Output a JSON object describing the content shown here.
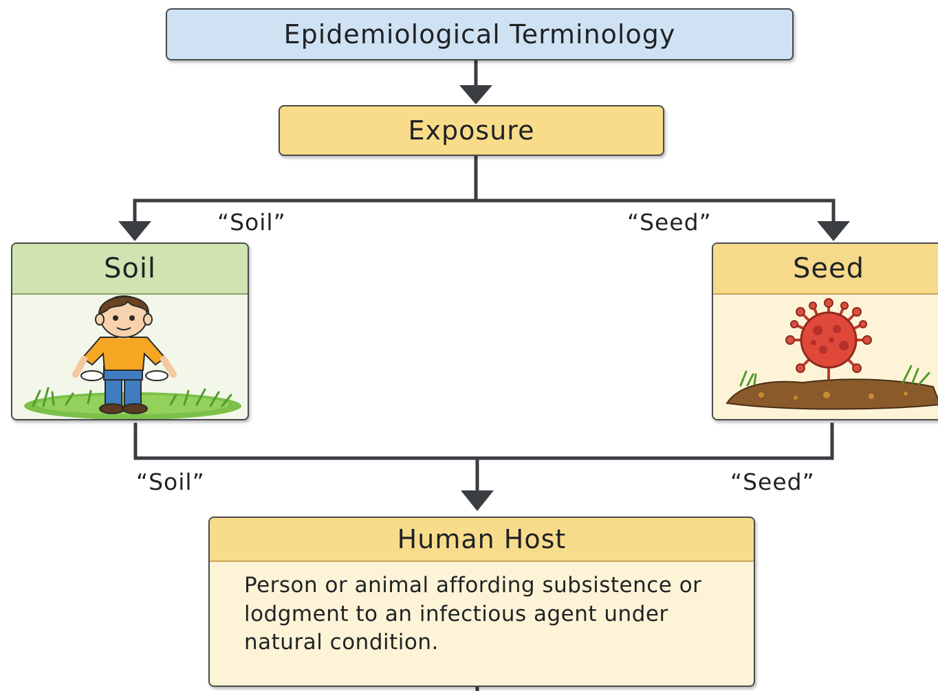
{
  "diagram": {
    "title": "Epidemiological Terminology",
    "exposure": "Exposure",
    "soil": {
      "title": "Soil",
      "upper_edge_label": "“Soil”",
      "lower_edge_label": "“Soil”"
    },
    "seed": {
      "title": "Seed",
      "upper_edge_label": "“Seed”",
      "lower_edge_label": "“Seed”"
    },
    "host": {
      "title": "Human Host",
      "description": "Person or animal affording subsistence or lodgment to an infectious agent under natural condition."
    }
  },
  "colors": {
    "title_fill": "#cfe2f3",
    "exposure_fill": "#f8dc8a",
    "soil_header": "#cfe4b0",
    "seed_header": "#f6d98a",
    "host_header": "#f7dc8c",
    "connector": "#3a3d42"
  },
  "icons": {
    "soil_illustration": "boy-standing-on-grass-with-empty-pockets",
    "seed_illustration": "red-virus-on-soil-mound"
  }
}
